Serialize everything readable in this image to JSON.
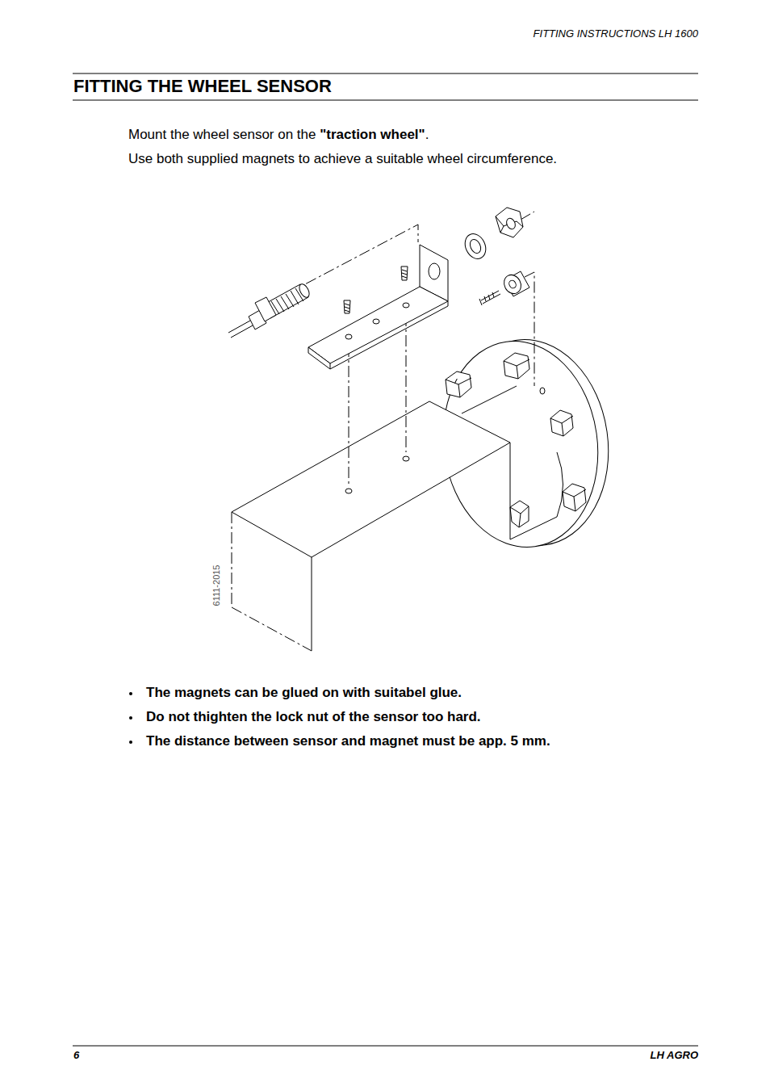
{
  "diagram": {
    "title": "FITTING THE WHEEL SENSOR",
    "labels": [
      "FITTING INSTRUCTIONS LH 1600",
      "Mount the wheel sensor on the",
      "\"traction wheel\"",
      ".",
      "Use both supplied magnets to achieve a suitable wheel circumference.",
      "6111-2015",
      "The magnets can be glued on with suitabel glue.",
      "Do not thighten the lock nut of the sensor too hard.",
      "The distance between sensor and magnet must be app. 5 mm.",
      "6",
      "LH AGRO"
    ]
  }
}
